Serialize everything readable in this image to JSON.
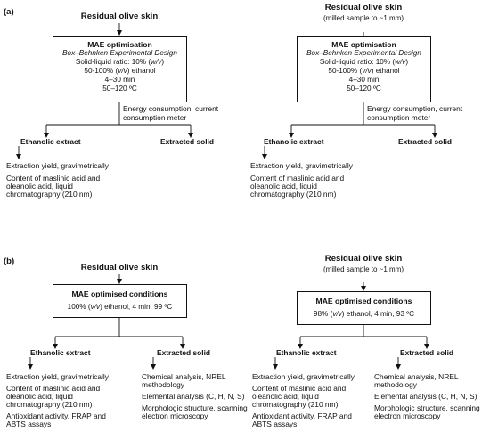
{
  "panel_a": {
    "label": "(a)",
    "left": {
      "title": "Residual olive skin",
      "box_title": "MAE optimisation",
      "box_lines": [
        "Box–Behnken Experimental Design",
        "Solid-liquid ratio: 10% (w/v)",
        "50-100% (v/v) ethanol",
        "4–30 min",
        "50–120 ºC"
      ],
      "energy_1": "Energy consumption, current",
      "energy_2": "consumption meter",
      "extract": "Ethanolic extract",
      "solid": "Extracted solid",
      "yield": "Extraction yield, gravimetrically",
      "content_1": "Content of maslinic acid and",
      "content_2": "oleanolic acid, liquid",
      "content_3": "chromatography (210 nm)"
    },
    "right": {
      "title": "Residual olive skin",
      "subtitle": "(milled sample to ~1 mm)",
      "box_title": "MAE optimisation",
      "box_lines": [
        "Box–Behnken Experimental Design",
        "Solid-liquid ratio: 10% (w/v)",
        "50-100% (v/v) ethanol",
        "4–30 min",
        "50–120 ºC"
      ],
      "energy_1": "Energy consumption, current",
      "energy_2": "consumption meter",
      "extract": "Ethanolic extract",
      "solid": "Extracted solid",
      "yield": "Extraction yield, gravimetrically",
      "content_1": "Content of maslinic acid and",
      "content_2": "oleanolic acid, liquid",
      "content_3": "chromatography (210 nm)"
    }
  },
  "panel_b": {
    "label": "(b)",
    "left": {
      "title": "Residual olive skin",
      "box_title": "MAE optimised conditions",
      "box_line": "100% (v/v) ethanol, 4 min, 99 ºC",
      "extract": "Ethanolic extract",
      "solid": "Extracted solid",
      "yield": "Extraction yield, gravimetrically",
      "content_1": "Content of maslinic acid and",
      "content_2": "oleanolic acid, liquid",
      "content_3": "chromatography (210 nm)",
      "antiox_1": "Antioxidant activity, FRAP and",
      "antiox_2": "ABTS assays",
      "chem_1": "Chemical analysis, NREL",
      "chem_2": "methodology",
      "elemental": "Elemental analysis (C, H, N, S)",
      "morph_1": "Morphologic structure, scanning",
      "morph_2": "electron microscopy"
    },
    "right": {
      "title": "Residual olive skin",
      "subtitle": "(milled sample to ~1 mm)",
      "box_title": "MAE optimised conditions",
      "box_line": "98% (v/v) ethanol, 4 min, 93 ºC",
      "extract": "Ethanolic extract",
      "solid": "Extracted solid",
      "yield": "Extraction yield, gravimetrically",
      "content_1": "Content of maslinic acid and",
      "content_2": "oleanolic acid, liquid",
      "content_3": "chromatography (210 nm)",
      "antiox_1": "Antioxidant activity, FRAP and",
      "antiox_2": "ABTS assays",
      "chem_1": "Chemical analysis, NREL",
      "chem_2": "methodology",
      "elemental": "Elemental analysis (C, H, N, S)",
      "morph_1": "Morphologic structure, scanning",
      "morph_2": "electron microscopy"
    }
  }
}
